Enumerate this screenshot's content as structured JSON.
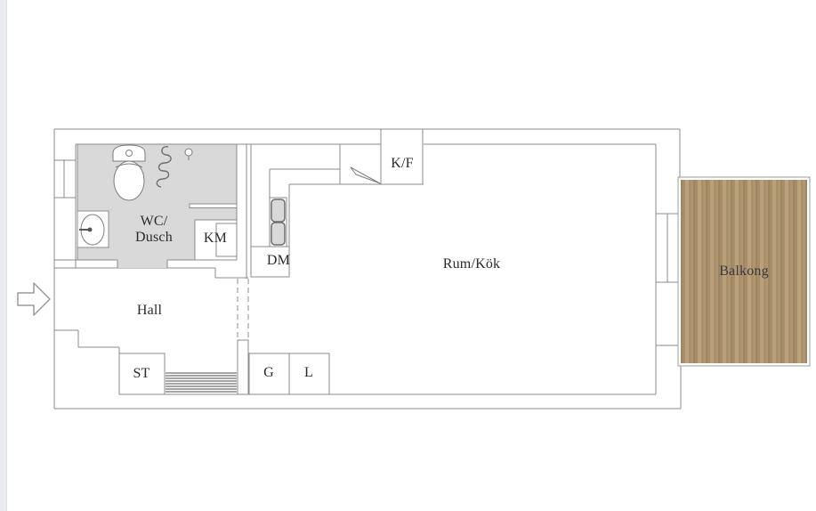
{
  "floorplan": {
    "rooms": {
      "bathroom": {
        "line1": "WC/",
        "line2": "Dusch"
      },
      "hall": "Hall",
      "living_kitchen": "Rum/Kök",
      "balcony": "Balkong"
    },
    "fixtures": {
      "washing_machine": "KM",
      "dishwasher": "DM",
      "fridge_freezer": "K/F",
      "closet_st": "ST",
      "closet_g": "G",
      "closet_l": "L"
    },
    "icons": {
      "entry": "entry-arrow-icon",
      "toilet": "toilet-icon",
      "washbasin": "sink-icon",
      "shower_hose": "shower-hose-icon",
      "kitchen_sink": "kitchen-sink-icon",
      "stove_hood": "stove-hood-icon",
      "radiator": "radiator-icon"
    },
    "colors": {
      "wall_line": "#8b8b8b",
      "bathroom_fill": "#d9d9d9",
      "balcony_wood_light": "#bba17a",
      "balcony_wood_mid": "#ac9370",
      "balcony_wood_dark": "#9a8260",
      "page_background": "#ffffff",
      "left_strip": "#e9ebee",
      "label_text": "#2a2a2a"
    }
  }
}
